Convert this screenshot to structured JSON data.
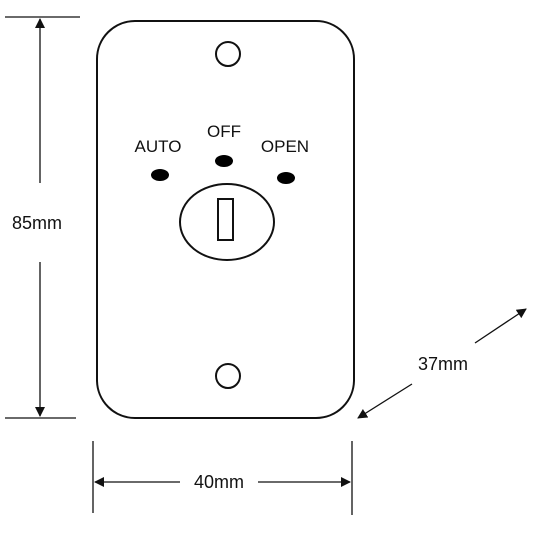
{
  "positions": {
    "auto": "AUTO",
    "off": "OFF",
    "open": "OPEN"
  },
  "dimensions": {
    "height": "85mm",
    "width": "40mm",
    "depth": "37mm"
  },
  "colors": {
    "stroke": "#111111",
    "indicator": "#000000",
    "background": "#ffffff"
  }
}
